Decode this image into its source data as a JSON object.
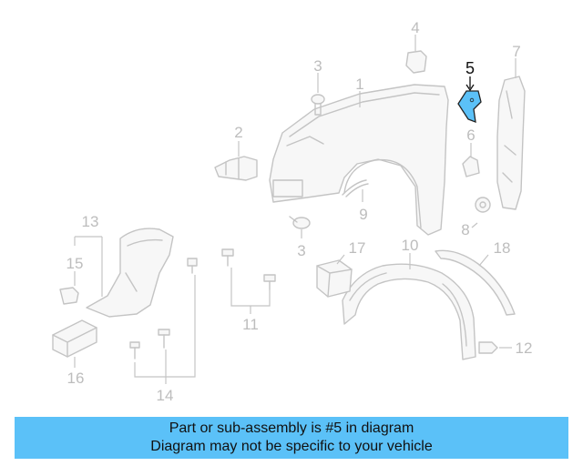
{
  "labels": {
    "p1": "1",
    "p2": "2",
    "p3a": "3",
    "p3b": "3",
    "p4": "4",
    "p5": "5",
    "p6": "6",
    "p7": "7",
    "p8": "8",
    "p9": "9",
    "p10": "10",
    "p11": "11",
    "p12": "12",
    "p13": "13",
    "p14": "14",
    "p15": "15",
    "p16": "16",
    "p17": "17",
    "p18": "18"
  },
  "highlight": {
    "part": "5",
    "color": "#5bc1f8"
  },
  "banner": {
    "line1": "Part or sub-assembly is #5 in diagram",
    "line2": "Diagram may not be specific to your vehicle",
    "color": "#5bc1f8"
  }
}
